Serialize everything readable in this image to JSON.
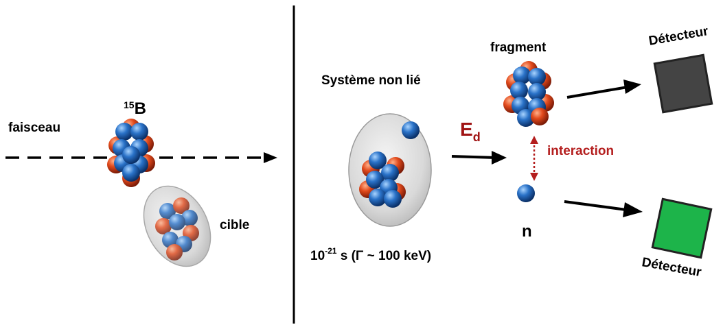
{
  "left_panel": {
    "beam_label": "faisceau",
    "projectile": {
      "superscript": "15",
      "symbol": "B"
    },
    "target_label": "cible"
  },
  "right_panel": {
    "system_label": "Système non lié",
    "lifetime": {
      "base": "10",
      "exponent": "-21",
      "rest": " s (Γ ~ 100 keV)"
    },
    "decay_energy": {
      "symbol": "E",
      "subscript": "d"
    },
    "fragment_label": "fragment",
    "neutron_label": "n",
    "interaction_label": "interaction",
    "detector_top_label": "Détecteur",
    "detector_bottom_label": "Détecteur"
  },
  "colors": {
    "proton": "#e24a1c",
    "neutron": "#2a72c8",
    "energy_text": "#a01414",
    "interaction": "#b41e1e",
    "detector_top": "#444444",
    "detector_bottom": "#1db44a",
    "halo": "#d2d2d2"
  }
}
